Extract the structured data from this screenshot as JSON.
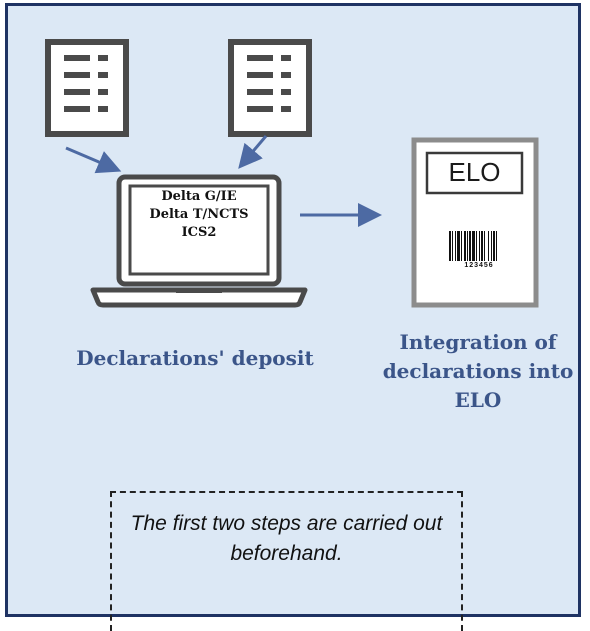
{
  "laptop": {
    "lines": [
      "Delta G/IE",
      "Delta T/NCTS",
      "ICS2"
    ]
  },
  "elo_card": {
    "label": "ELO",
    "barcode_number": "123456"
  },
  "captions": {
    "deposit": "Declarations' deposit",
    "integration": "Integration of declarations into ELO"
  },
  "note": {
    "text": "The first two steps are carried out beforehand."
  },
  "colors": {
    "background": "#dce8f5",
    "border": "#1f3363",
    "icon_dark": "#4a4a4a",
    "arrow": "#4d6aa3",
    "caption": "#3b5589",
    "card_border": "#8c8c8c"
  }
}
